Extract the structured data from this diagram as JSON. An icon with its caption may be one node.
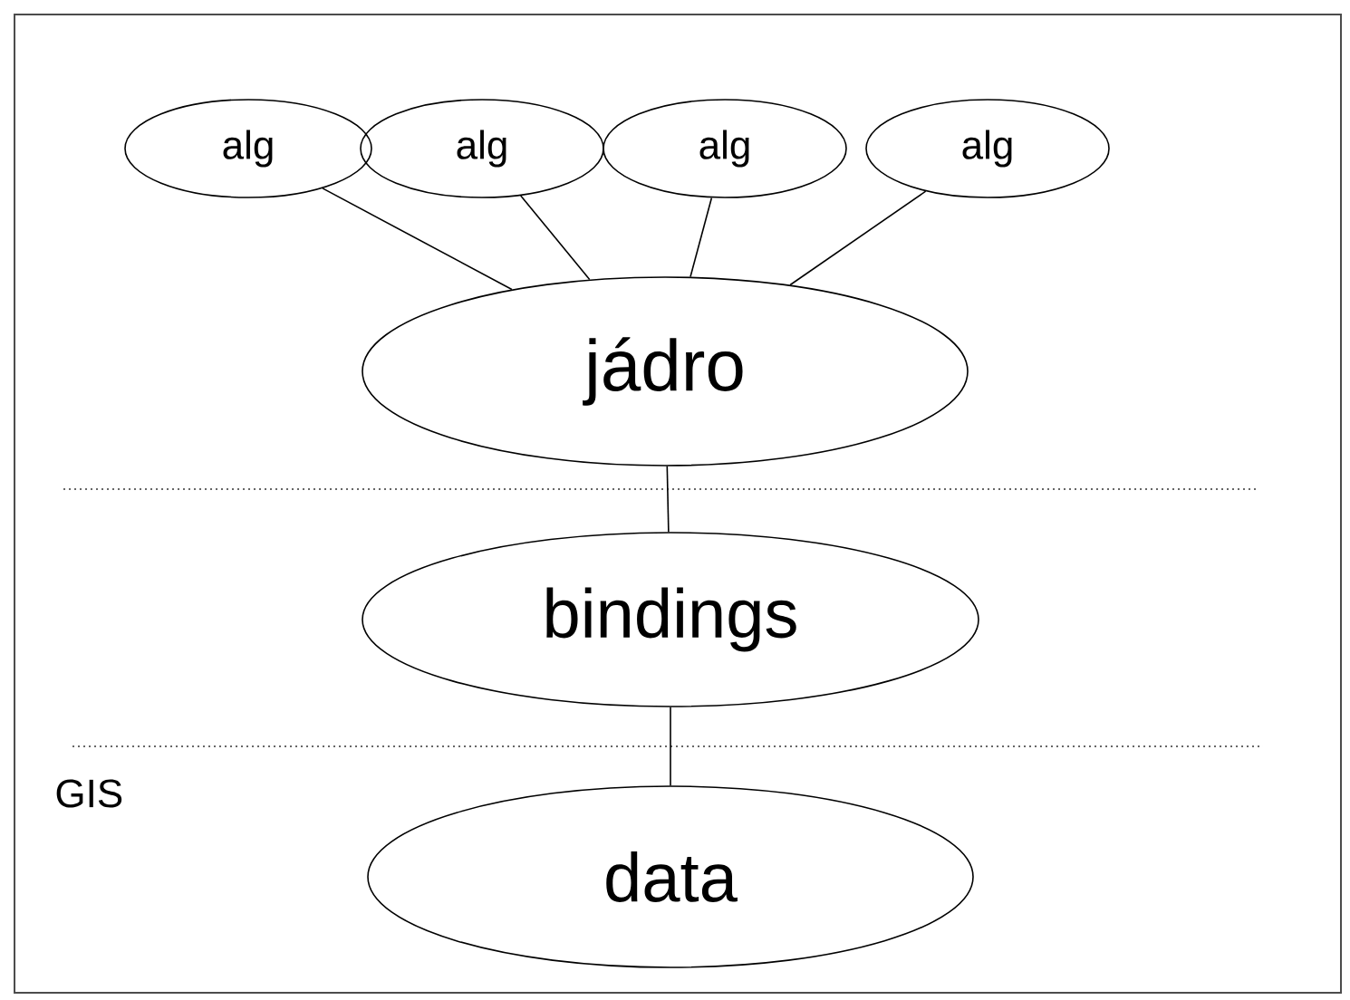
{
  "diagram": {
    "nodes": [
      {
        "text": [
          "alg"
        ]
      },
      {
        "text": [
          "alg"
        ]
      },
      {
        "text": [
          "alg"
        ]
      },
      {
        "text": [
          "alg"
        ]
      },
      {
        "text": [
          "jádro"
        ]
      },
      {
        "text": [
          "bindings"
        ]
      },
      {
        "text": [
          "data"
        ]
      }
    ],
    "edges": [
      {
        "from": 0,
        "to": 4,
        "arrow": "none"
      },
      {
        "from": 1,
        "to": 4,
        "arrow": "none"
      },
      {
        "from": 2,
        "to": 4,
        "arrow": "none"
      },
      {
        "from": 3,
        "to": 4,
        "arrow": "none"
      },
      {
        "from": 4,
        "to": 5,
        "arrow": "none"
      },
      {
        "from": 5,
        "to": 6,
        "arrow": "none"
      }
    ],
    "labels": [
      "GIS"
    ]
  }
}
